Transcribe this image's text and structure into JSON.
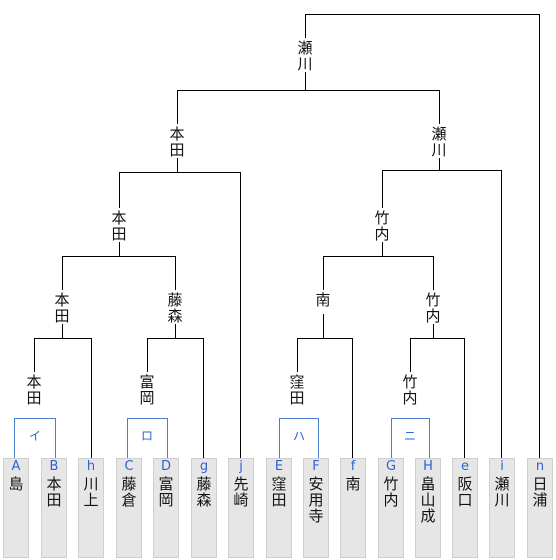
{
  "players": [
    {
      "letter": "A",
      "name": "島"
    },
    {
      "letter": "B",
      "name": "本田"
    },
    {
      "letter": "h",
      "name": "川上"
    },
    {
      "letter": "C",
      "name": "藤倉"
    },
    {
      "letter": "D",
      "name": "富岡"
    },
    {
      "letter": "g",
      "name": "藤森"
    },
    {
      "letter": "j",
      "name": "先崎"
    },
    {
      "letter": "E",
      "name": "窪田"
    },
    {
      "letter": "F",
      "name": "安用寺"
    },
    {
      "letter": "f",
      "name": "南"
    },
    {
      "letter": "G",
      "name": "竹内"
    },
    {
      "letter": "H",
      "name": "畠山成"
    },
    {
      "letter": "e",
      "name": "阪口"
    },
    {
      "letter": "i",
      "name": "瀬川"
    },
    {
      "letter": "n",
      "name": "日浦"
    }
  ],
  "groups": [
    {
      "label": "イ"
    },
    {
      "label": "ロ"
    },
    {
      "label": "ハ"
    },
    {
      "label": "ニ"
    }
  ],
  "winners": {
    "r1a": "本田",
    "r1b": "富岡",
    "r1c": "窪田",
    "r1d": "竹内",
    "r2a": "本田",
    "r2b": "藤森",
    "r2c": "南",
    "r2d": "竹内",
    "r3a": "本田",
    "r3b": "竹内",
    "r4a": "本田",
    "r4b": "瀬川",
    "final": "瀬川"
  },
  "colors": {
    "line": "#000000",
    "group_box": "#4a7fd0",
    "letter": "#2f62d6",
    "column_bg": "#e6e6e6"
  }
}
